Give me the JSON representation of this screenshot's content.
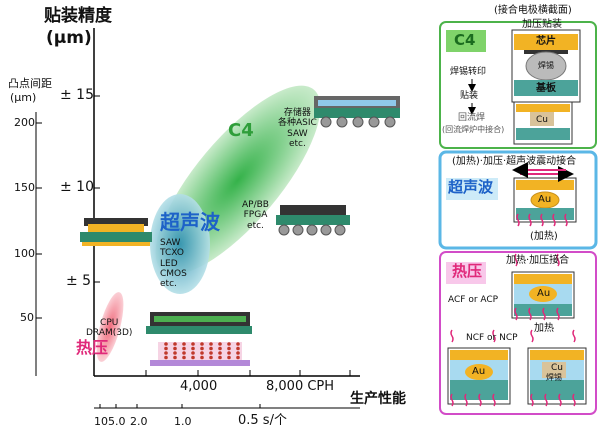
{
  "colors": {
    "c4_green": "#2f9e3a",
    "c4_fill": "#35b24a",
    "ultrasonic_blue": "#1d62c8",
    "ultrasonic_fill": "#3aa7c8",
    "thermo_pink": "#e0297a",
    "thermo_fill": "#f06c7d",
    "panel_blue_border": "#5bb7e6",
    "panel_pink_border": "#d24cc8",
    "chip_orange": "#f2b324",
    "substrate_teal": "#4ca39a"
  },
  "axis": {
    "y_title_line1": "贴装精度",
    "y_title_line2": "(μm)",
    "pitch_title_line1": "凸点间距",
    "pitch_title_line2": "(μm)",
    "y_ticks": [
      "± 15",
      "± 10",
      "± 5"
    ],
    "pitch_ticks": [
      "200",
      "150",
      "100",
      "50"
    ],
    "x_ticks": [
      "4,000",
      "8,000 CPH"
    ],
    "x_title": "生产性能",
    "bottom_ticks": [
      "10",
      "5.0",
      "2.0",
      "1.0",
      "0.5 s/个"
    ]
  },
  "regions": {
    "c4": {
      "label": "C4",
      "apps": "存储器\n各种ASIC\nSAW\netc.",
      "apps2": "AP/BB\nFPGA\netc."
    },
    "ultrasonic": {
      "label": "超声波",
      "apps": "SAW\nTCXO\nLED\nCMOS\netc."
    },
    "thermo": {
      "label": "热压",
      "apps": "CPU\nDRAM(3D)"
    }
  },
  "panel": {
    "header": "(接合电极横截面)",
    "c4": {
      "title": "C4",
      "caption": "加压贴装",
      "chip": "芯片",
      "solder": "焊锡",
      "substrate": "基板",
      "step1": "焊锡转印",
      "step2": "贴装",
      "step3": "回流焊",
      "step3_note": "(回流焊炉中接合)",
      "cu": "Cu"
    },
    "ultrasonic": {
      "title": "超声波",
      "caption": "(加热)·加压·超声波震动接合",
      "au": "Au",
      "heat": "(加热)"
    },
    "thermo": {
      "title": "热压",
      "caption": "加热·加压接合",
      "acf": "ACF or ACP",
      "au": "Au",
      "heat": "加热",
      "ncf": "NCF or NCP",
      "au2": "Au",
      "cu": "Cu",
      "solder": "焊锡"
    }
  }
}
